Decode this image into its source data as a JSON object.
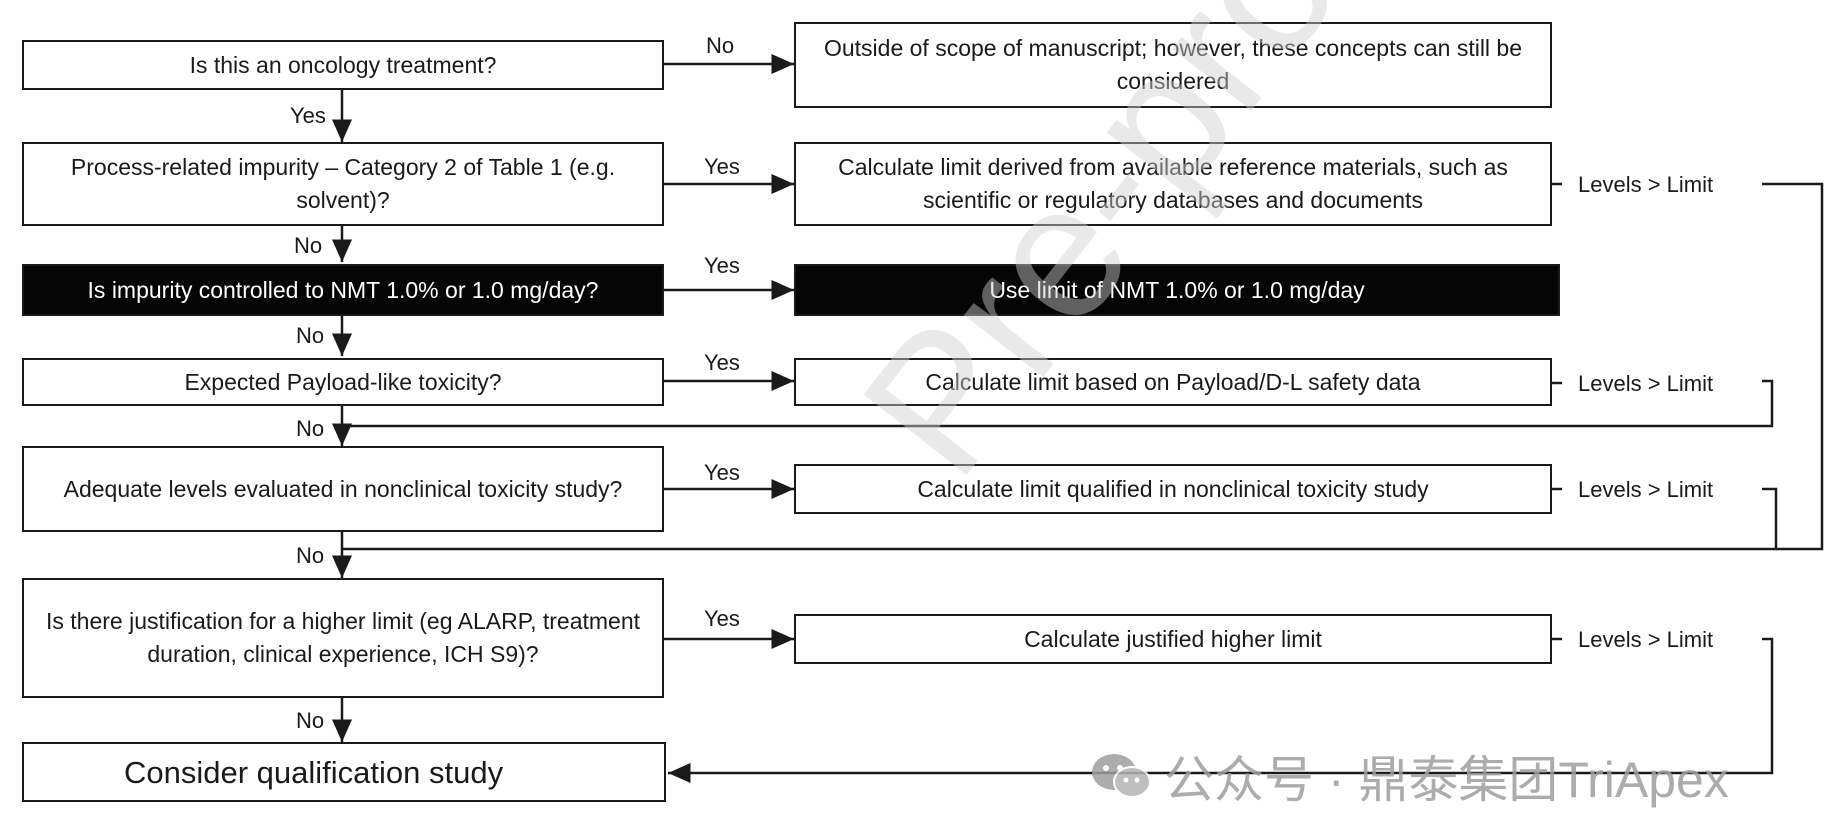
{
  "questions": {
    "q1": "Is this an oncology treatment?",
    "q2": "Process-related impurity – Category 2 of Table 1 (e.g. solvent)?",
    "q3": "Is impurity controlled to NMT 1.0% or 1.0 mg/day?",
    "q4": "Expected Payload-like toxicity?",
    "q5": "Adequate levels evaluated in nonclinical  toxicity study?",
    "q6": "Is there justification for a higher limit (eg ALARP, treatment duration, clinical experience, ICH S9)?",
    "final": "Consider qualification study"
  },
  "outcomes": {
    "o1": "Outside of scope of manuscript; however, these concepts can still be considered",
    "o2": "Calculate limit derived from available reference materials, such as scientific or regulatory databases and documents",
    "o3": "Use limit of NMT 1.0% or 1.0 mg/day",
    "o4": "Calculate limit based on Payload/D-L  safety data",
    "o5": "Calculate  limit qualified in nonclinical toxicity study",
    "o6": "Calculate justified higher limit"
  },
  "edge_labels": {
    "no": "No",
    "yes": "Yes",
    "levels": "Levels > Limit"
  },
  "watermark": "Pre-proof",
  "wechat_text": "公众号 · 鼎泰集团TriApex"
}
